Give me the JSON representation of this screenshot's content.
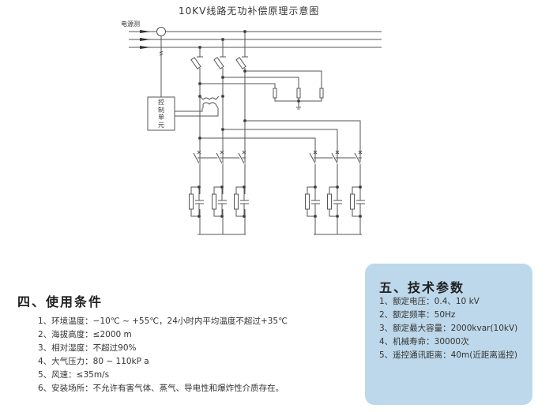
{
  "diagram": {
    "title": "10KV线路无功补偿原理示意图",
    "source_label": "电源测",
    "control_unit": [
      "控",
      "制",
      "单",
      "元"
    ]
  },
  "conditions": {
    "heading": "四、使用条件",
    "items": [
      "1、环境温度：−10℃ ~ +55℃，24小时内平均温度不超过+35℃",
      "2、海拔高度：≤2000 m",
      "3、相对湿度：不超过90%",
      "4、大气压力：80 ~ 110kP a",
      "5、风速：≤35m/s",
      "6、安装场所：不允许有害气体、蒸气、导电性和爆炸性介质存在。"
    ]
  },
  "tech_params": {
    "heading": "五、技术参数",
    "items": [
      "1、额定电压：0.4、10 kV",
      "2、额定频率：50Hz",
      "3、额定最大容量：2000kvar(10kV)",
      "4、机械寿命：30000次",
      "5、遥控通讯距离：40m(近距离遥控)"
    ]
  },
  "colors": {
    "panel": "#bdd8ea",
    "line": "#555555"
  }
}
